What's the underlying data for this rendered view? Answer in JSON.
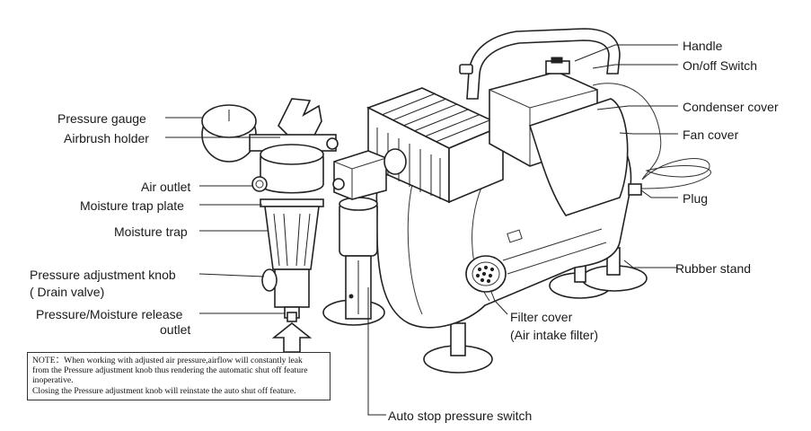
{
  "labels": {
    "handle": "Handle",
    "on_off_switch": "On/off Switch",
    "condenser_cover": "Condenser cover",
    "fan_cover": "Fan cover",
    "plug": "Plug",
    "rubber_stand": "Rubber stand",
    "filter_cover_1": "Filter cover",
    "filter_cover_2": "(Air intake filter)",
    "auto_stop": "Auto stop pressure  switch",
    "pressure_gauge": "Pressure gauge",
    "airbrush_holder": "Airbrush holder",
    "air_outlet": "Air outlet",
    "moisture_trap_plate": "Moisture trap plate",
    "moisture_trap": "Moisture trap",
    "pressure_adjustment_knob": "Pressure adjustment  knob",
    "drain_valve": "( Drain valve)",
    "release_1": "Pressure/Moisture release",
    "release_2": "outlet"
  },
  "note": {
    "line1": "NOTE：When working with adjusted air pressure,airflow will constantly leak",
    "line2": "from the Pressure adjustment knob thus rendering the automatic shut off feature",
    "line3": "inoperative.",
    "line4": "Closing the Pressure adjustment knob will reinstate the auto shut off feature."
  }
}
